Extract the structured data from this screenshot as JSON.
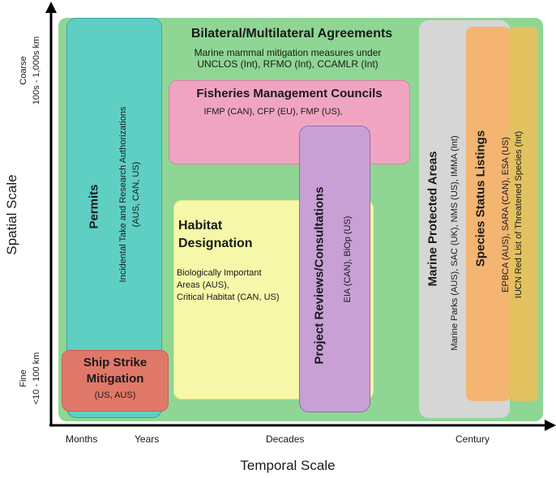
{
  "axes": {
    "x_title": "Temporal Scale",
    "y_title": "Spatial Scale",
    "x_ticks": [
      "Months",
      "Years",
      "Decades",
      "Century"
    ],
    "y_top": [
      "Coarse",
      "100s - 1,000s km"
    ],
    "y_bottom": [
      "Fine",
      "<10 - 100 km"
    ]
  },
  "bilateral": {
    "title": "Bilateral/Multilateral Agreements",
    "desc": [
      "Marine mammal mitigation measures under",
      "UNCLOS (Int), RFMO (Int), CCAMLR (Int)"
    ]
  },
  "fisheries": {
    "title": "Fisheries Management Councils",
    "desc": "IFMP (CAN), CFP (EU), FMP (US),"
  },
  "permits": {
    "title": "Permits",
    "desc": [
      "Incidental Take and Research Authorizations",
      "(AUS, CAN, US)"
    ]
  },
  "habitat": {
    "title": [
      "Habitat",
      "Designation"
    ],
    "desc": [
      "Biologically Important",
      "Areas (AUS),",
      "Critical Habitat (CAN, US)"
    ]
  },
  "project": {
    "title": "Project Reviews/Consultations",
    "desc": "EIA (CAN), BiOp (US)"
  },
  "mpa": {
    "title": "Marine Protected Areas",
    "desc": "Marine Parks (AUS), SAC (UK), NMS (US), IMMA (Int)"
  },
  "species": {
    "title": "Species Status Listings",
    "desc": [
      "EPBCA (AUS), SARA (CAN), ESA (US)",
      "IUCN Red List of Threatened Species (Int)"
    ]
  },
  "ship": {
    "title": [
      "Ship Strike",
      "Mitigation"
    ],
    "desc": "(US, AUS)"
  },
  "colors": {
    "bilateral": "#8fd694",
    "permits": "#5fcfc4",
    "fisheries": "#f0a4c2",
    "habitat": "#f6f7a8",
    "project": "#c8a0d6",
    "mpa": "#d6d6d6",
    "species_orange": "#f4b36c",
    "species_yellow": "#e2c25f",
    "ship": "#e0786a"
  }
}
